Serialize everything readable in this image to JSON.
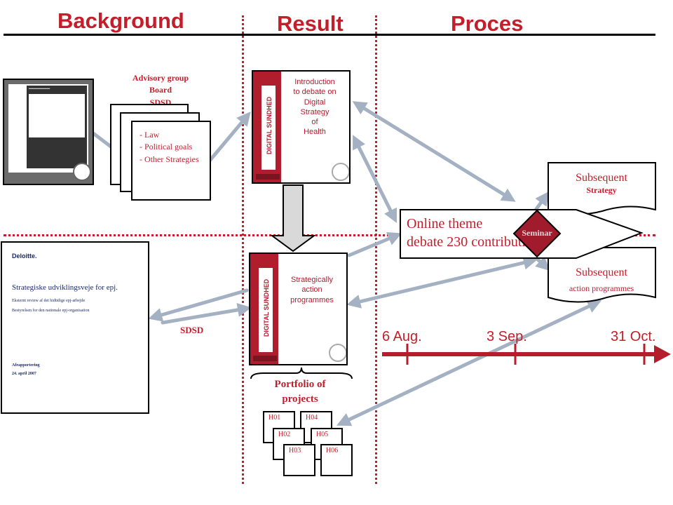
{
  "headers": {
    "background": "Background",
    "result": "Result",
    "proces": "Proces"
  },
  "advisory": {
    "line1": "Advisory group",
    "line2": "Board",
    "line3": "SDSD"
  },
  "stack_items": [
    "- Law",
    "- Political goals",
    "- Other Strategies"
  ],
  "book_top": {
    "lines": [
      "Introduction",
      "to debate on",
      "Digital",
      "Strategy",
      "of",
      "Health"
    ],
    "spine_text": "DIGITAL SUNDHED"
  },
  "book_bottom": {
    "lines": [
      "Strategically",
      "action",
      "programmes"
    ],
    "spine_text": "DIGITAL SUNDHED"
  },
  "deloitte": {
    "logo": "Deloitte.",
    "title": "Strategiske udviklingsveje for epj.",
    "subtitle": "Eksternt review af det hidtidige epj-arbejde",
    "org": "Bestyrelsen for den nationale epj-organisation",
    "report": "Afrapportering",
    "date": "24. april 2007"
  },
  "sdsd_label": "SDSD",
  "portfolio": {
    "line1": "Portfolio of",
    "line2": "projects",
    "projects": [
      "H01",
      "H02",
      "H03",
      "H04",
      "H05",
      "H06"
    ]
  },
  "online": {
    "line1": "Online theme",
    "line2": "debate 230 contributions"
  },
  "seminar": "Seminar",
  "subsequent_strategy": {
    "line1": "Subsequent",
    "line2": "Strategy"
  },
  "subsequent_action": {
    "line1": "Subsequent",
    "line2": "action programmes"
  },
  "timeline": {
    "dates": [
      "6 Aug.",
      "3 Sep.",
      "31 Oct."
    ]
  },
  "colors": {
    "accent_red": "#c41e2a",
    "arrow_grey": "#a3b1c2",
    "timeline_red": "#b71c2b",
    "seminar_fill": "#a01c2c"
  }
}
